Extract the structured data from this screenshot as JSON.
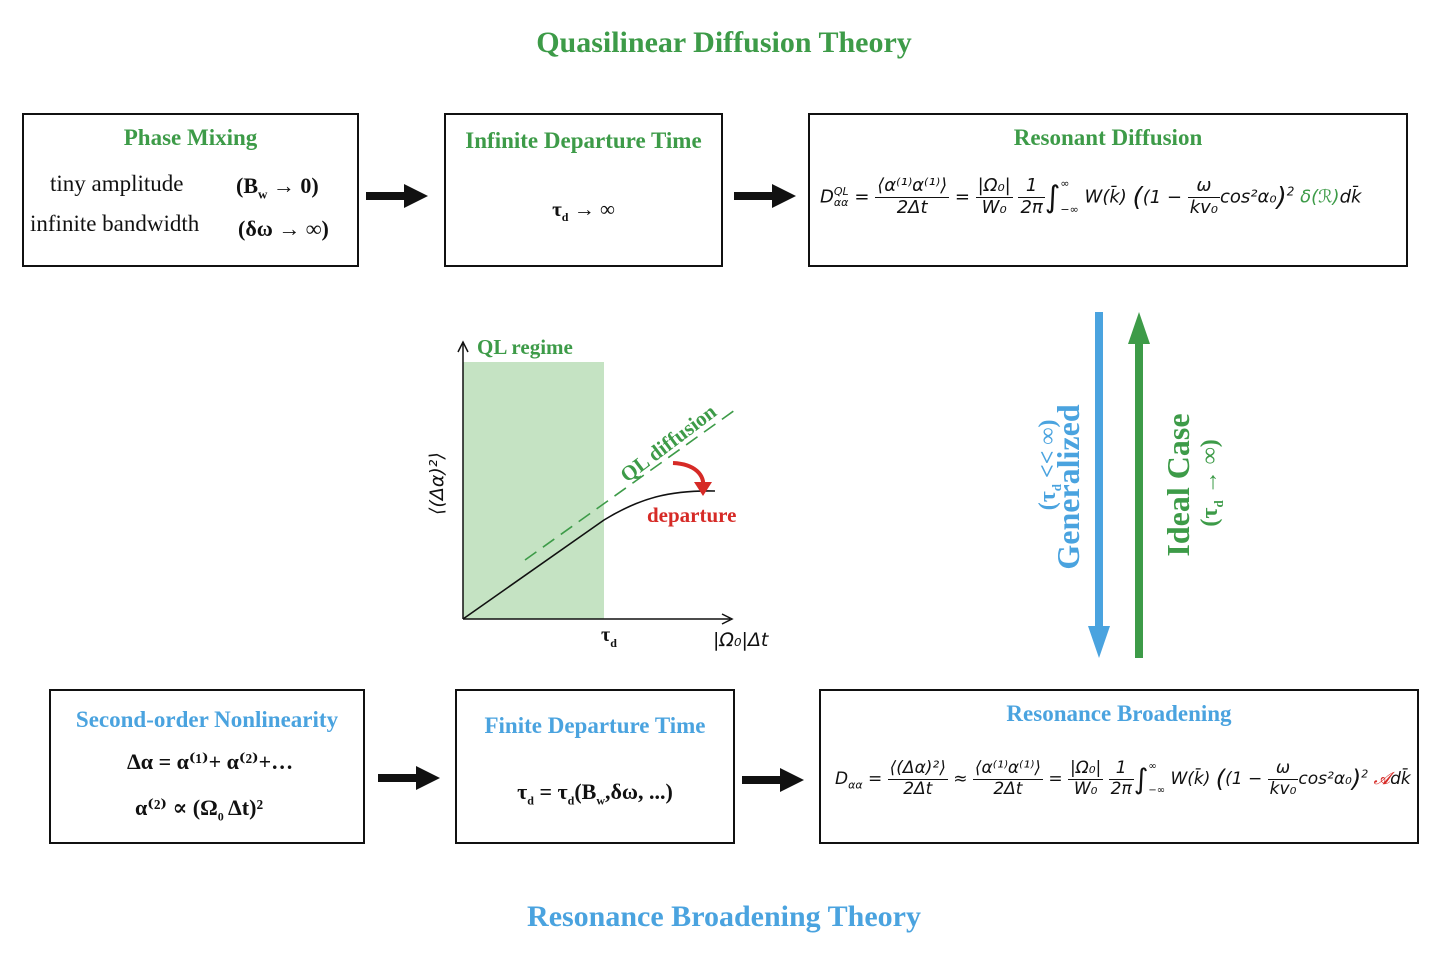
{
  "titles": {
    "top": "Quasilinear Diffusion Theory",
    "bottom": "Resonance Broadening Theory"
  },
  "colors": {
    "green": "#3d9b48",
    "blue": "#4aa3df",
    "red": "#d62a26",
    "shade": "#c5e3c3"
  },
  "top_row": {
    "phase_mixing": {
      "heading": "Phase Mixing",
      "line1_label": "tiny amplitude",
      "line1_cond": "(B",
      "line1_sub": "w",
      "line1_rest": " → 0)",
      "line2_label": "infinite bandwidth",
      "line2_cond": "(δω → ∞)"
    },
    "infinite_departure": {
      "heading": "Infinite Departure Time",
      "tau": "τ",
      "sub": "d",
      "rest": " → ∞"
    },
    "resonant_diffusion": {
      "heading": "Resonant Diffusion",
      "D": "D",
      "D_sup": "QL",
      "D_sub": "αα",
      "frac1_num": "⟨α⁽¹⁾α⁽¹⁾⟩",
      "frac1_den": "2Δt",
      "frac2_num": "|Ω₀|",
      "frac2_den": "W₀",
      "frac3_num": "1",
      "frac3_den": "2π",
      "integral": "∫",
      "int_up": "∞",
      "int_lo": "−∞",
      "W": "W(k̄)",
      "paren_open": "(1 −",
      "frac4_num": "ω",
      "frac4_den": "kv₀",
      "cos": "cos²α₀",
      "paren_close": ")",
      "sq": "2",
      "delta": "δ(ℛ)",
      "dk": "dk̄"
    }
  },
  "plot": {
    "regime_label": "QL regime",
    "diffusion_label": "QL diffusion",
    "departure_label": "departure",
    "ylabel": "⟨(Δα)²⟩",
    "xlabel": "|Ω₀|Δt",
    "tau_tick": "τ",
    "tau_sub": "d"
  },
  "side": {
    "generalized": "Generalized",
    "generalized_cond": "(τ",
    "generalized_sub": "d",
    "generalized_rest": " << ∞)",
    "ideal": "Ideal Case",
    "ideal_cond": "(τ",
    "ideal_sub": "d",
    "ideal_rest": " → ∞)"
  },
  "bottom_row": {
    "second_order": {
      "heading": "Second-order Nonlinearity",
      "eq1": "Δα = α⁽¹⁾+ α⁽²⁾+…",
      "eq2_a": "α⁽²⁾ ∝ (Ω",
      "eq2_sub": "0",
      "eq2_b": " Δt)²"
    },
    "finite_departure": {
      "heading": "Finite Departure Time",
      "tau": "τ",
      "sub": "d",
      "mid": " = τ",
      "sub2": "d",
      "rest": "(B",
      "sub3": "w",
      "tail": ",δω, ...)"
    },
    "resonance_broadening": {
      "heading": "Resonance Broadening",
      "D": "D",
      "D_sub": "αα",
      "frac1_num": "⟨(Δα)²⟩",
      "frac1_den": "2Δt",
      "approx": "≈",
      "frac2_num": "⟨α⁽¹⁾α⁽¹⁾⟩",
      "frac2_den": "2Δt",
      "frac3_num": "|Ω₀|",
      "frac3_den": "W₀",
      "frac4_num": "1",
      "frac4_den": "2π",
      "integral": "∫",
      "int_up": "∞",
      "int_lo": "−∞",
      "W": "W(k̄)",
      "paren_open": "(1 −",
      "frac5_num": "ω",
      "frac5_den": "kv₀",
      "cos": "cos²α₀",
      "paren_close": ")",
      "sq": "2",
      "A": "𝓐",
      "dk": "dk̄"
    }
  }
}
